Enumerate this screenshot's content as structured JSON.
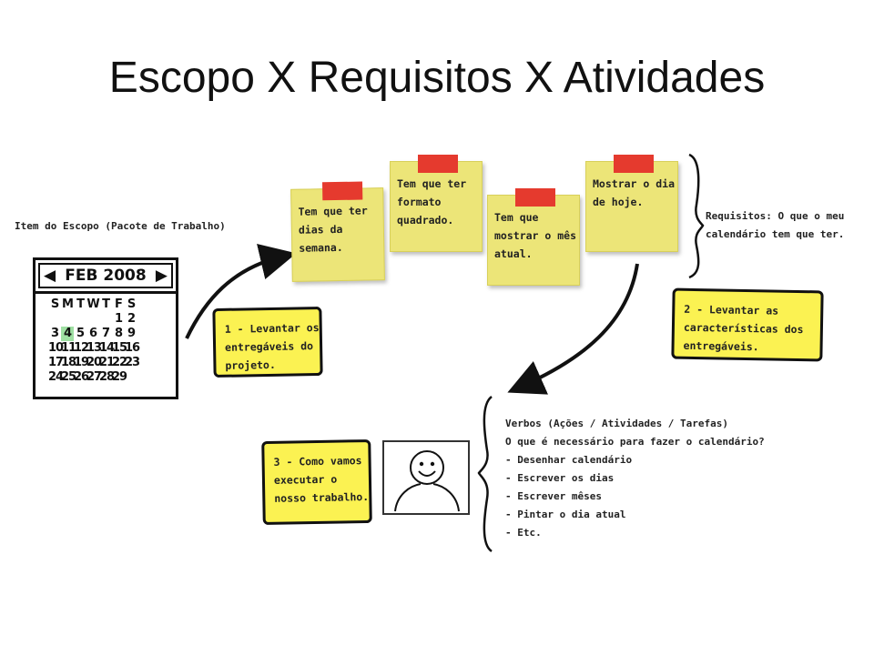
{
  "title": "Escopo X Requisitos X Atividades",
  "scope_label": "Item do Escopo (Pacote de Trabalho)",
  "calendar": {
    "month": "FEB 2008",
    "weekdays": [
      "S",
      "M",
      "T",
      "W",
      "T",
      "F",
      "S"
    ],
    "rows": [
      [
        "",
        "",
        "",
        "",
        "",
        "1",
        "2"
      ],
      [
        "3",
        "4",
        "5",
        "6",
        "7",
        "8",
        "9"
      ],
      [
        "10",
        "11",
        "12",
        "13",
        "14",
        "15",
        "16"
      ],
      [
        "17",
        "18",
        "19",
        "20",
        "21",
        "22",
        "23"
      ],
      [
        "24",
        "25",
        "26",
        "27",
        "28",
        "29",
        ""
      ]
    ],
    "highlight_day": "4",
    "highlight_color": "#9fe0a3"
  },
  "sticky_notes": [
    {
      "lines": [
        "Tem que ter",
        "dias da",
        "semana."
      ]
    },
    {
      "lines": [
        "Tem que ter",
        "formato",
        "quadrado."
      ]
    },
    {
      "lines": [
        "Tem que",
        "mostrar o mês",
        "atual."
      ]
    },
    {
      "lines": [
        "Mostrar o dia",
        "de hoje."
      ]
    }
  ],
  "requirements_label": [
    "Requisitos: O que o meu",
    "calendário tem que ter."
  ],
  "steps": [
    {
      "lines": [
        "1 - Levantar os",
        "entregáveis do",
        "projeto."
      ]
    },
    {
      "lines": [
        "2 - Levantar as",
        "características dos",
        "entregáveis."
      ]
    },
    {
      "lines": [
        "3 - Como vamos",
        "executar o",
        "nosso trabalho."
      ]
    }
  ],
  "verbs": [
    "Verbos (Ações / Atividades / Tarefas)",
    "O que é necessário para fazer o calendário?",
    "- Desenhar calendário",
    "- Escrever os dias",
    "- Escrever mêses",
    "- Pintar o dia atual",
    "- Etc."
  ],
  "colors": {
    "note_yellow": "#ece578",
    "tape_red": "#e53a2e",
    "card_yellow": "#fbf252"
  }
}
